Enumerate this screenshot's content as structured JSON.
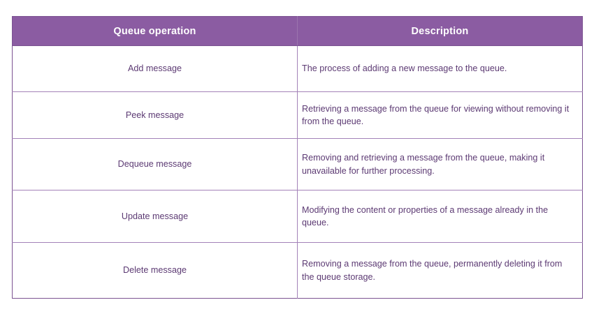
{
  "table": {
    "name": "queue-operations-table",
    "colors": {
      "header_background": "#8b5ca2",
      "header_text": "#ffffff",
      "body_text": "#5c3a73",
      "row_border": "#a382b8",
      "outer_border": "#7b5291",
      "page_background": "#ffffff"
    },
    "columns": [
      {
        "key": "operation",
        "header": "Queue operation"
      },
      {
        "key": "description",
        "header": "Description"
      }
    ],
    "rows": [
      {
        "operation": "Add message",
        "description": "The process of adding a new message to the queue."
      },
      {
        "operation": "Peek message",
        "description": "Retrieving a message from the queue for viewing without removing it from the queue."
      },
      {
        "operation": "Dequeue message",
        "description": "Removing and retrieving a message from the queue, making it unavailable for further processing."
      },
      {
        "operation": "Update message",
        "description": "Modifying the content or properties of a message already in the queue."
      },
      {
        "operation": "Delete message",
        "description": "Removing a message from the queue, permanently deleting it from the queue storage."
      }
    ]
  }
}
